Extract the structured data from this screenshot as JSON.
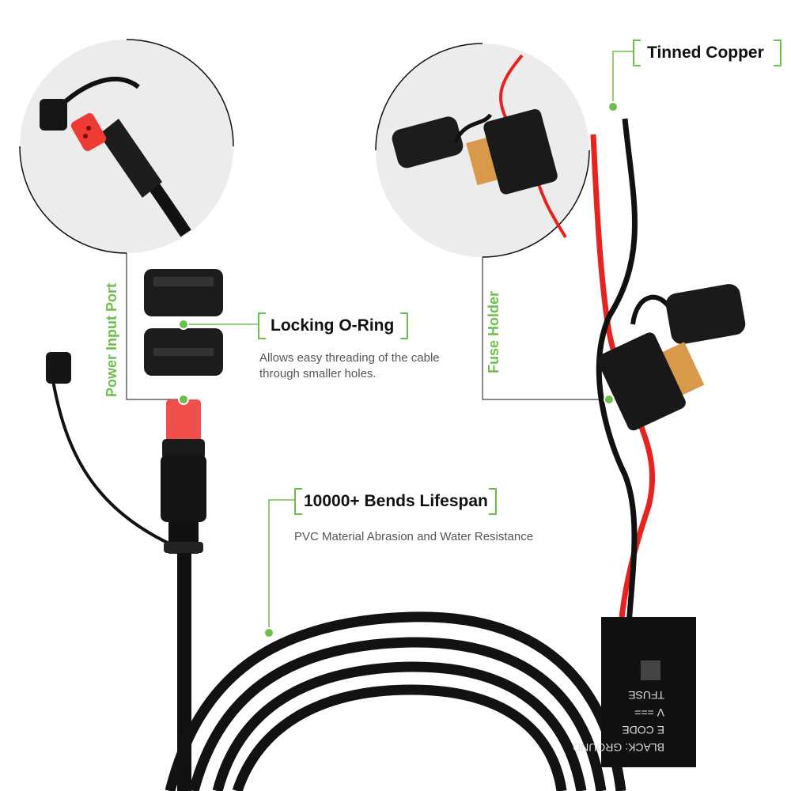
{
  "callouts": {
    "tinned_copper": {
      "title": "Tinned Copper"
    },
    "locking_oring": {
      "title": "Locking O-Ring",
      "desc_line1": "Allows easy threading of the cable",
      "desc_line2": "through smaller holes."
    },
    "bends": {
      "title": "10000+ Bends Lifespan",
      "desc": "PVC Material Abrasion and Water Resistance"
    },
    "power_input_port": {
      "title": "Power Input Port"
    },
    "fuse_holder": {
      "title": "Fuse Holder"
    }
  },
  "cable_tag": {
    "line1": "BLACK: GROUND",
    "line2": "E CODE",
    "line3": "V ===",
    "line4": "TFUSE"
  },
  "colors": {
    "accent_green": "#6cc04a",
    "wire_red": "#e8231f",
    "wire_black": "#111111",
    "connector_red": "#f0504a",
    "fuse_amber": "#d89a4a",
    "circle_bg": "#ececec"
  }
}
